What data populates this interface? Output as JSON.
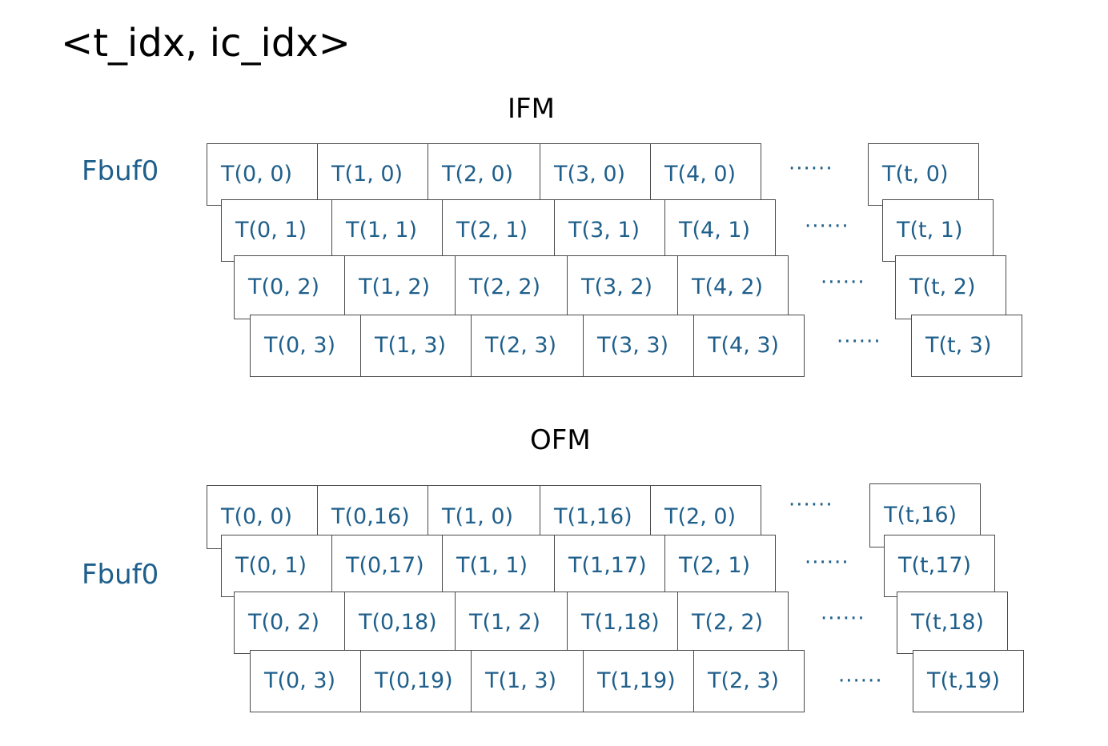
{
  "title": "<t_idx, ic_idx>",
  "ellipsis": "······",
  "ifm": {
    "label": "IFM",
    "buffer_label": "Fbuf0",
    "rows": [
      [
        "T(0, 0)",
        "T(1, 0)",
        "T(2, 0)",
        "T(3, 0)",
        "T(4, 0)",
        "T(t, 0)"
      ],
      [
        "T(0, 1)",
        "T(1, 1)",
        "T(2, 1)",
        "T(3, 1)",
        "T(4, 1)",
        "T(t, 1)"
      ],
      [
        "T(0, 2)",
        "T(1, 2)",
        "T(2, 2)",
        "T(3, 2)",
        "T(4, 2)",
        "T(t, 2)"
      ],
      [
        "T(0, 3)",
        "T(1, 3)",
        "T(2, 3)",
        "T(3, 3)",
        "T(4, 3)",
        "T(t, 3)"
      ]
    ]
  },
  "ofm": {
    "label": "OFM",
    "buffer_label": "Fbuf0",
    "rows": [
      [
        "T(0, 0)",
        "T(0,16)",
        "T(1, 0)",
        "T(1,16)",
        "T(2, 0)",
        "T(t,16)"
      ],
      [
        "T(0, 1)",
        "T(0,17)",
        "T(1, 1)",
        "T(1,17)",
        "T(2, 1)",
        "T(t,17)"
      ],
      [
        "T(0, 2)",
        "T(0,18)",
        "T(1, 2)",
        "T(1,18)",
        "T(2, 2)",
        "T(t,18)"
      ],
      [
        "T(0, 3)",
        "T(0,19)",
        "T(1, 3)",
        "T(1,19)",
        "T(2, 3)",
        "T(t,19)"
      ]
    ]
  }
}
